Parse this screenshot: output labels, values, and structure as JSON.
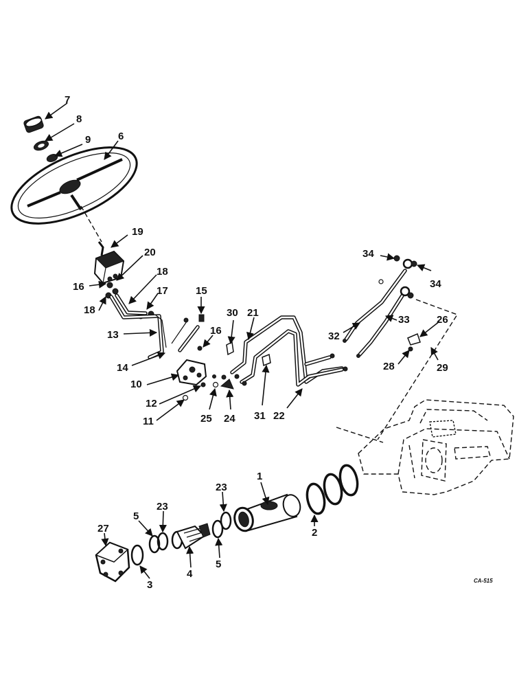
{
  "diagram": {
    "drawing_code": "CA-515",
    "callouts": [
      "7",
      "8",
      "9",
      "6",
      "19",
      "20",
      "16",
      "18",
      "18",
      "17",
      "15",
      "13",
      "14",
      "16",
      "10",
      "12",
      "11",
      "30",
      "21",
      "25",
      "24",
      "31",
      "22",
      "34",
      "34",
      "32",
      "33",
      "26",
      "28",
      "29",
      "1",
      "2",
      "23",
      "23",
      "5",
      "5",
      "27",
      "3",
      "4"
    ]
  },
  "colors": {
    "ink": "#111111",
    "paper": "#ffffff"
  }
}
